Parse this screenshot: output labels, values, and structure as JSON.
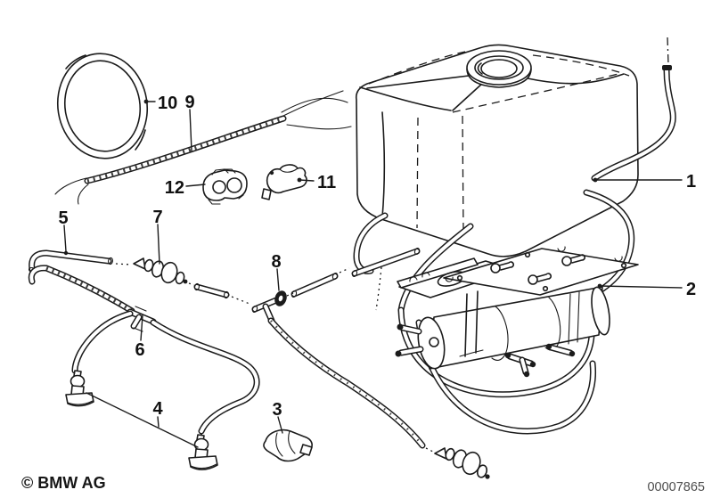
{
  "colors": {
    "background": "#ffffff",
    "ink": "#1b1b1b",
    "doc_number_gray": "#4d4d4d"
  },
  "callouts": [
    {
      "label": "1"
    },
    {
      "label": "2"
    },
    {
      "label": "3"
    },
    {
      "label": "4"
    },
    {
      "label": "5"
    },
    {
      "label": "6"
    },
    {
      "label": "7"
    },
    {
      "label": "8"
    },
    {
      "label": "9"
    },
    {
      "label": "10"
    },
    {
      "label": "11"
    },
    {
      "label": "12"
    }
  ],
  "footer": {
    "copyright": "© BMW AG",
    "document_number": "00007865"
  }
}
